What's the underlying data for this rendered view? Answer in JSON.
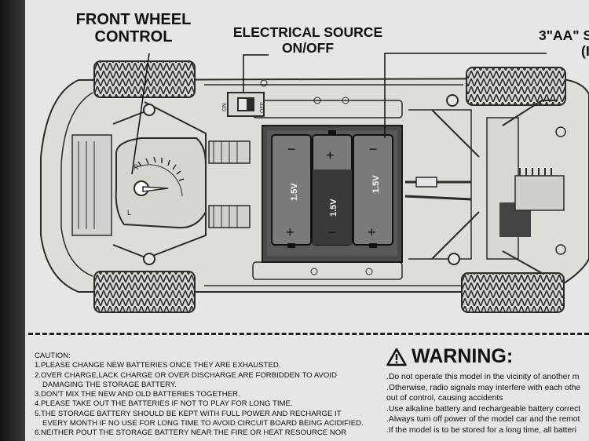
{
  "labels": {
    "front_wheel_line1": "FRONT WHEEL",
    "front_wheel_line2": "CONTROL",
    "elec_line1": "ELECTRICAL SOURCE",
    "elec_line2": "ON/OFF",
    "aa_line1": "3\"AA\" S",
    "aa_line2": "(I"
  },
  "switch": {
    "on": "ON",
    "off": "OFF"
  },
  "dial": {
    "left": "L",
    "right": "R"
  },
  "batteries": [
    {
      "voltage": "1.5V",
      "top_sign": "−",
      "bottom_sign": "+"
    },
    {
      "voltage": "1.5V",
      "top_sign": "+",
      "bottom_sign": "−"
    },
    {
      "voltage": "1.5V",
      "top_sign": "−",
      "bottom_sign": "+"
    }
  ],
  "caution": {
    "title": "CAUTION:",
    "lines": [
      "1.PLEASE CHANGE NEW BATTERIES ONCE THEY ARE EXHAUSTED.",
      "2.OVER CHARGE,LACK CHARGE OR OVER DISCHARGE ARE FORBIDDEN TO AVOID",
      "   DAMAGING THE STORAGE BATTERY.",
      "3.DON'T MIX THE NEW AND OLD BATTERIES TOGETHER.",
      "4.PLEASE TAKE OUT THE BATTERIES IF NOT TO PLAY FOR LONG TIME.",
      "5.THE STORAGE BATTERY SHOULD BE KEPT WITH FULL POWER AND RECHARGE IT",
      "   EVERY MONTH IF NO USE FOR LONG TIME TO AVOID CIRCUIT BOARD BEING ACIDIFIED.",
      "6.NEITHER POUT THE STORAGE BATTERY NEAR THE FIRE OR HEAT RESOURCE NOR"
    ]
  },
  "warning": {
    "title": "WARNING:",
    "lines": [
      ".Do not operate this model in the vicinity of another m",
      ".Otherwise, radio signals may interfere with each othe",
      " out of control, causing accidents",
      ".Use alkaline battery and rechargeable battery correct",
      ".Always turn off power of the model car and the remot",
      ".If the model is to be stored for a long time, all batteri"
    ]
  },
  "colors": {
    "card": "#e6e6e2",
    "line": "#2a2a2a",
    "battery_bay": "#3a3a3a"
  }
}
